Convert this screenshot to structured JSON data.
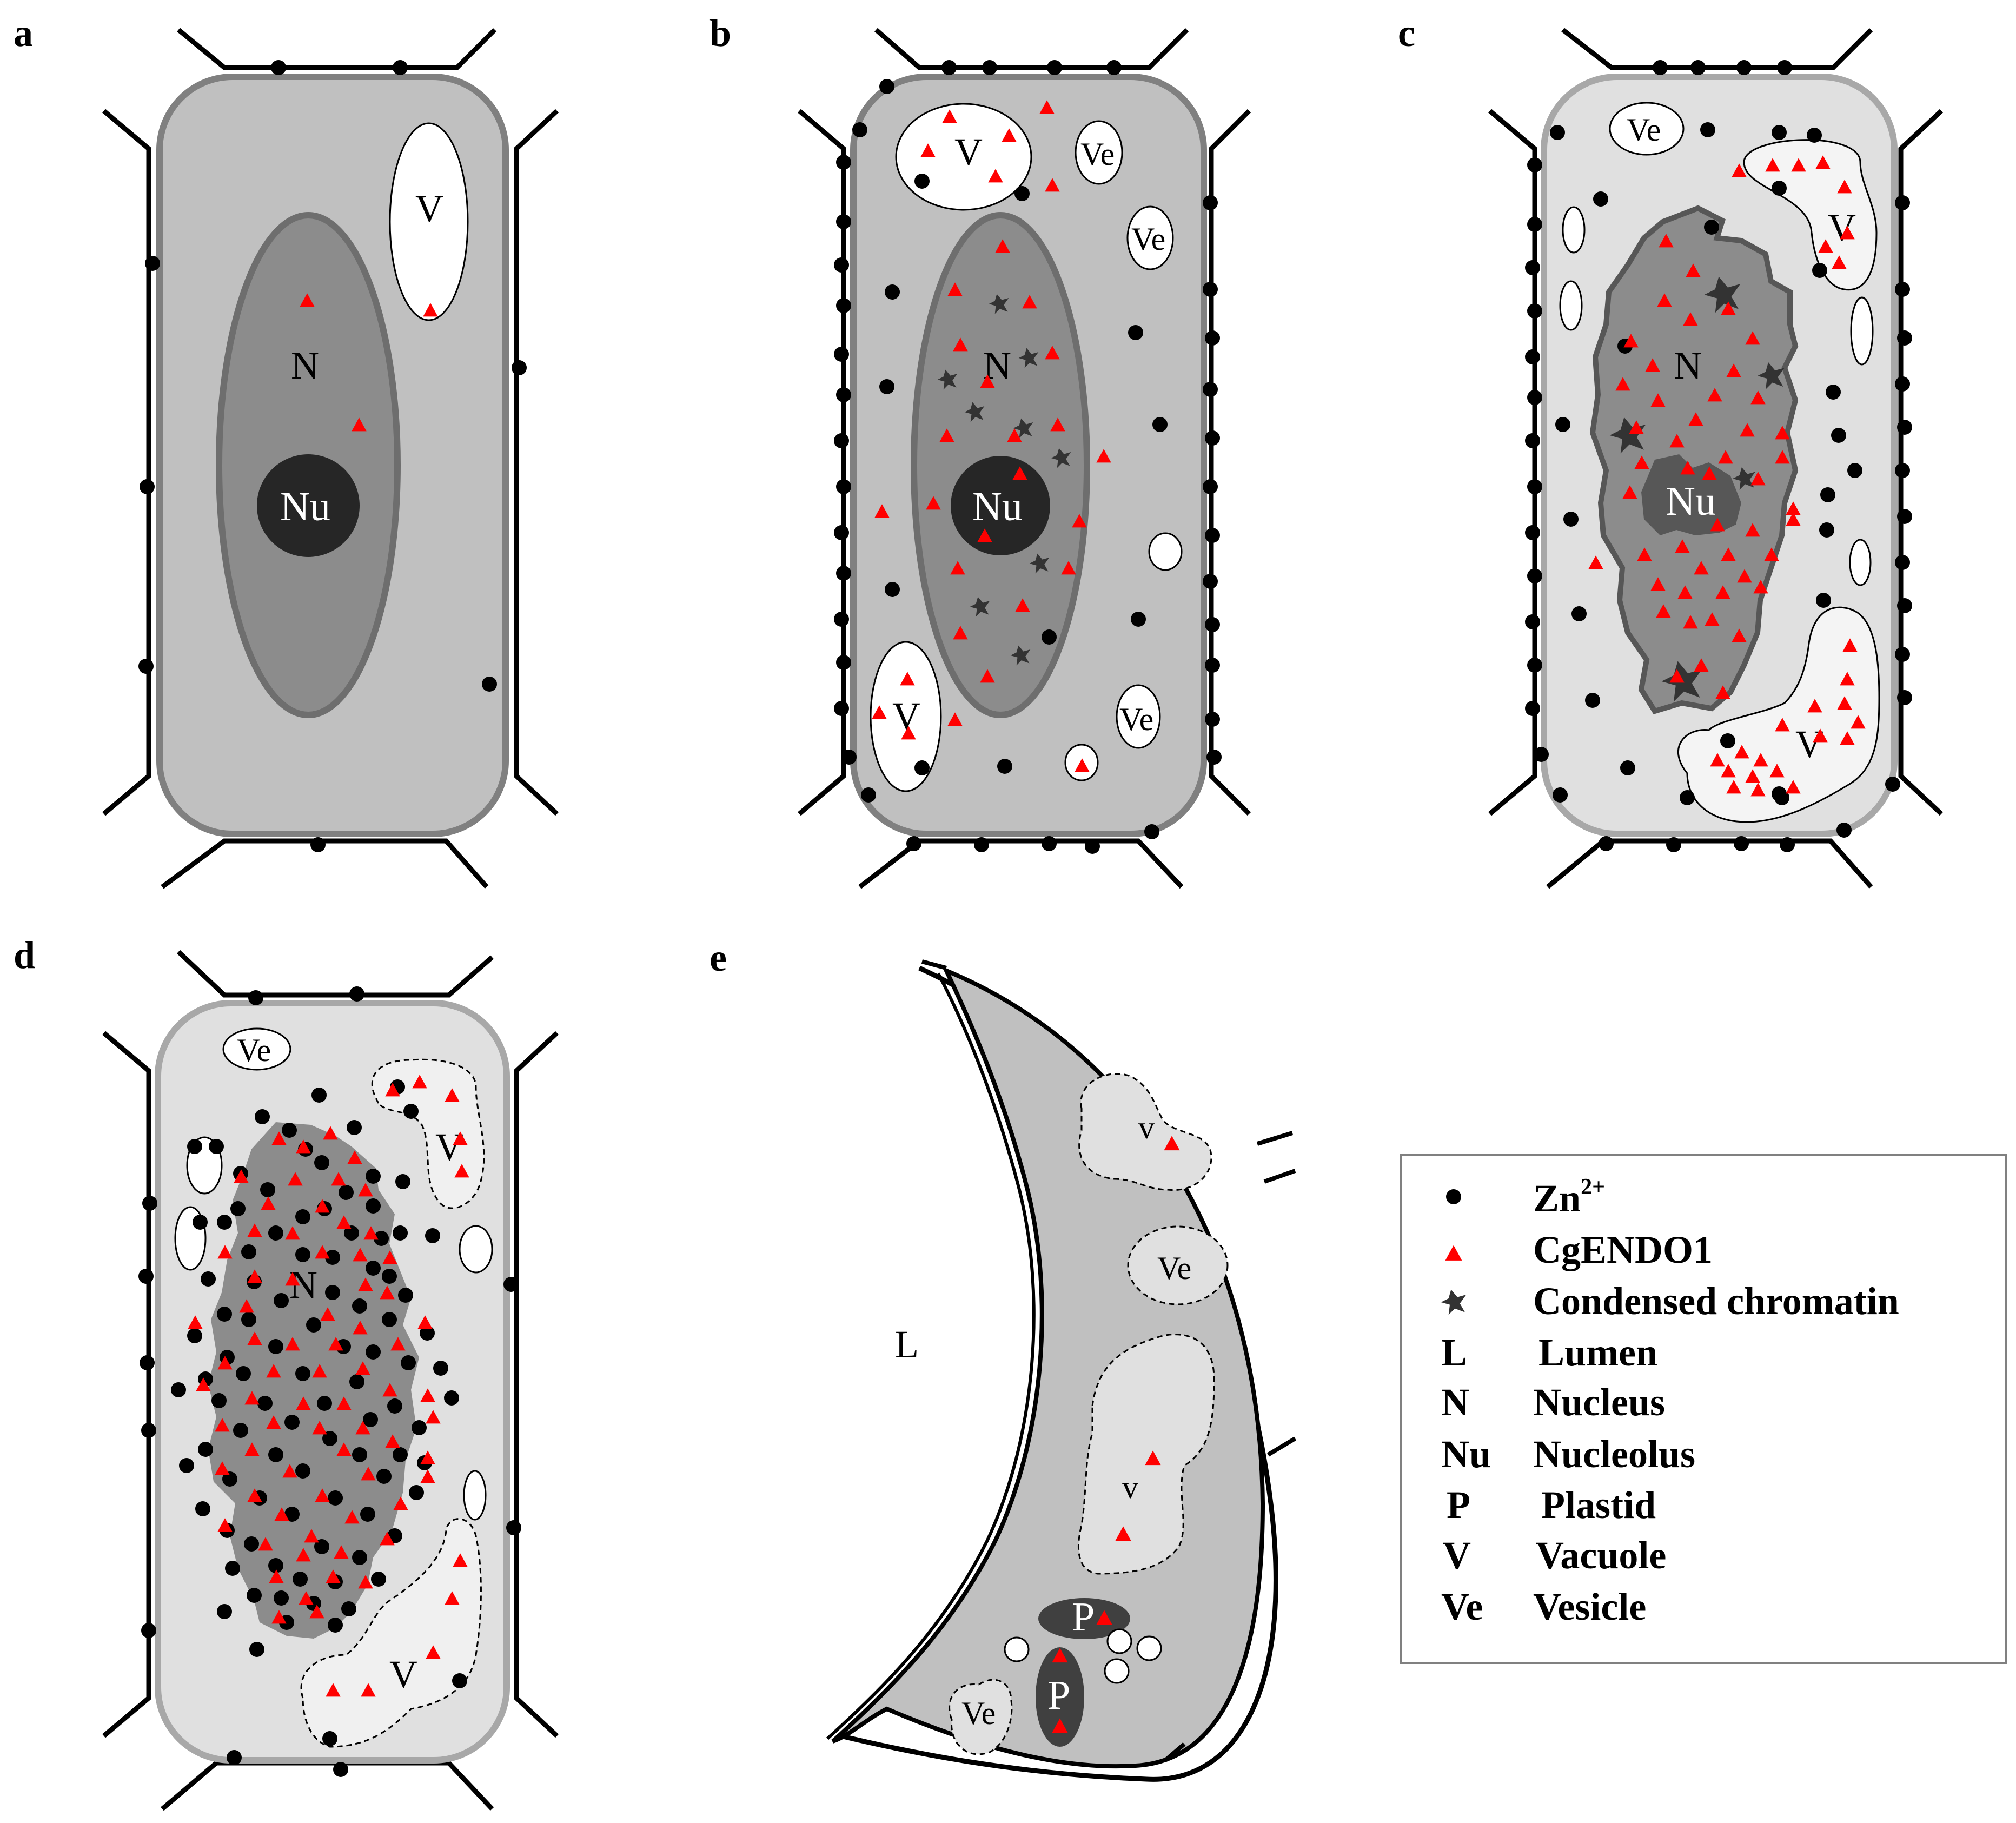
{
  "panels": {
    "a": {
      "letter": "a",
      "nucleus": "N",
      "nucleolus": "Nu",
      "vacuole": "V"
    },
    "b": {
      "letter": "b",
      "nucleus": "N",
      "nucleolus": "Nu",
      "vacuole_top": "V",
      "vacuole_bottom": "V",
      "vesicle_1": "Ve",
      "vesicle_2": "Ve",
      "vesicle_3": "Ve"
    },
    "c": {
      "letter": "c",
      "nucleus": "N",
      "nucleolus": "Nu",
      "vacuole_right": "V",
      "vacuole_bottom": "V",
      "vesicle": "Ve"
    },
    "d": {
      "letter": "d",
      "nucleus": "N",
      "vacuole_top": "V",
      "vacuole_bottom": "V",
      "vesicle": "Ve"
    },
    "e": {
      "letter": "e",
      "lumen": "L",
      "vacuole_1": "v",
      "vacuole_2": "v",
      "vesicle_1": "Ve",
      "vesicle_2": "Ve",
      "plastid_1": "P",
      "plastid_2": "P"
    }
  },
  "legend": {
    "items": [
      {
        "symbol": "",
        "icon": "black-dot",
        "label": "Zn",
        "sup": "2+"
      },
      {
        "symbol": "",
        "icon": "red-triangle",
        "label": "CgENDO1"
      },
      {
        "symbol": "",
        "icon": "chromatin-star",
        "label": "Condensed chromatin"
      },
      {
        "symbol": "L",
        "label": "Lumen"
      },
      {
        "symbol": "N",
        "label": "Nucleus"
      },
      {
        "symbol": "Nu",
        "label": "Nucleolus"
      },
      {
        "symbol": "P",
        "label": "Plastid"
      },
      {
        "symbol": "V",
        "label": "Vacuole"
      },
      {
        "symbol": "Ve",
        "label": "Vesicle"
      }
    ]
  },
  "colors": {
    "zn": "#000000",
    "cgendo1": "#ff0000",
    "chromatin": "#333333",
    "cytoplasm_dark": "#c0c0c0",
    "cytoplasm_light": "#e0e0e0",
    "nucleus": "#8c8c8c",
    "nucleolus": "#262626"
  }
}
